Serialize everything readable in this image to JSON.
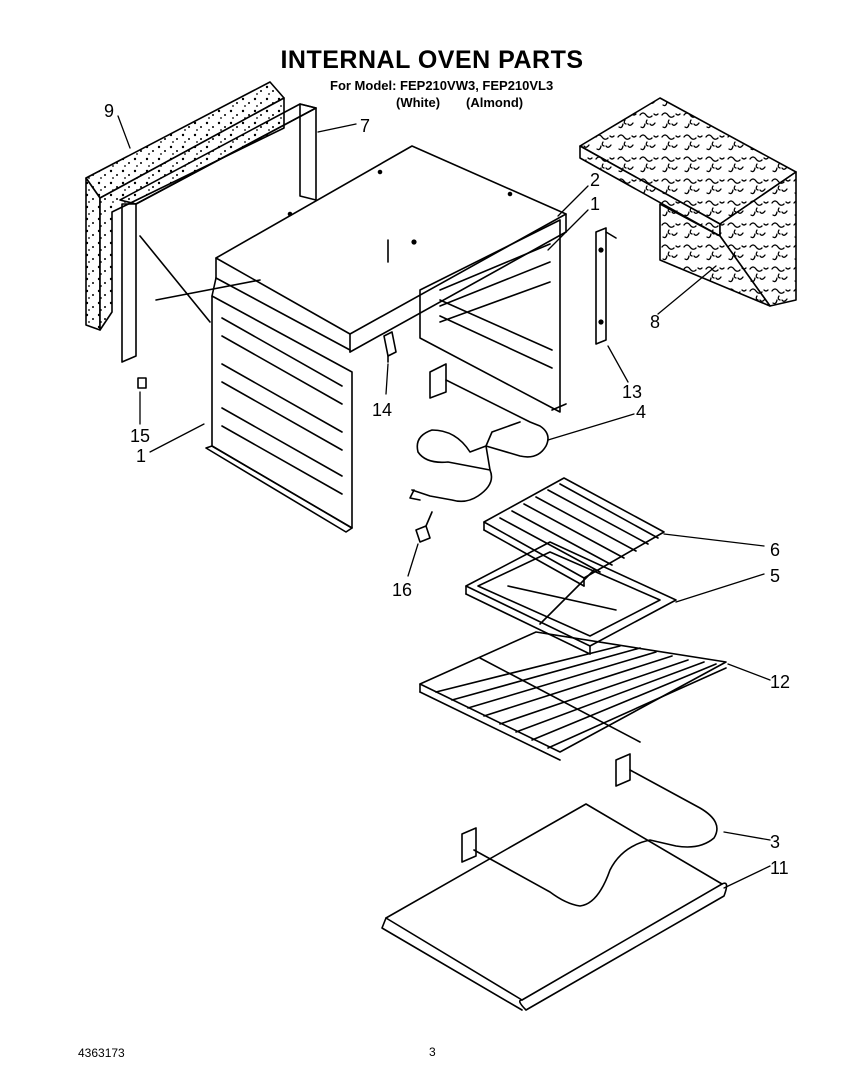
{
  "title": "INTERNAL OVEN PARTS",
  "model_line": "For Model: FEP210VW3, FEP210VL3",
  "colors": {
    "first": "(White)",
    "second": "(Almond)"
  },
  "doc_number": "4363173",
  "page_number": "3",
  "callouts": {
    "c1a": "1",
    "c1b": "1",
    "c2": "2",
    "c3": "3",
    "c4": "4",
    "c5": "5",
    "c6": "6",
    "c7": "7",
    "c8": "8",
    "c9": "9",
    "c11": "11",
    "c12": "12",
    "c13": "13",
    "c14": "14",
    "c15": "15",
    "c16": "16"
  }
}
